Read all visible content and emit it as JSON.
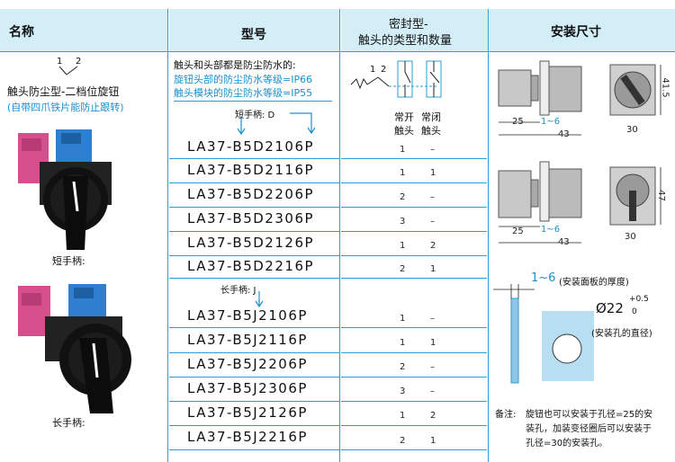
{
  "header": {
    "col_name": "名称",
    "col_model": "型号",
    "col_seal_line1": "密封型-",
    "col_seal_line2": "触头的类型和数量",
    "col_install": "安装尺寸"
  },
  "left": {
    "pos_1": "1",
    "pos_2": "2",
    "product_name": "触头防尘型-二档位旋钮",
    "product_note": "(自带四爪铁片能防止跟转)",
    "short_handle_label": "短手柄:",
    "long_handle_label": "长手柄:"
  },
  "model_col": {
    "intro": "触头和头部都是防尘防水的:",
    "ip_head": "旋钮头部的防尘防水等级=IP66",
    "ip_module": "触头模块的防尘防水等级=IP55",
    "short_title": "短手柄: D",
    "long_title": "长手柄: J",
    "short_models": [
      "LA37-B5D2106P",
      "LA37-B5D2116P",
      "LA37-B5D2206P",
      "LA37-B5D2306P",
      "LA37-B5D2126P",
      "LA37-B5D2216P"
    ],
    "long_models": [
      "LA37-B5J2106P",
      "LA37-B5J2116P",
      "LA37-B5J2206P",
      "LA37-B5J2306P",
      "LA37-B5J2126P",
      "LA37-B5J2216P"
    ]
  },
  "contacts": {
    "sym_1": "1",
    "sym_2": "2",
    "no_line1": "常开",
    "no_line2": "触头",
    "nc_line1": "常闭",
    "nc_line2": "触头",
    "short_rows": [
      [
        "1",
        "–"
      ],
      [
        "1",
        "1"
      ],
      [
        "2",
        "–"
      ],
      [
        "3",
        "–"
      ],
      [
        "1",
        "2"
      ],
      [
        "2",
        "1"
      ]
    ],
    "long_rows": [
      [
        "1",
        "–"
      ],
      [
        "1",
        "1"
      ],
      [
        "2",
        "–"
      ],
      [
        "3",
        "–"
      ],
      [
        "1",
        "2"
      ],
      [
        "2",
        "1"
      ]
    ]
  },
  "install": {
    "d1_25": "25",
    "d1_range": "1~6",
    "d1_43": "43",
    "d1_h": "41.5",
    "d1_30": "30",
    "d2_25": "25",
    "d2_range": "1~6",
    "d2_43": "43",
    "d2_h": "47",
    "d2_30": "30",
    "panel_range": "1~6",
    "panel_note": "(安装面板的厚度)",
    "hole_dia": "Ø22",
    "tol_plus": "+0.5",
    "tol_zero": "0",
    "hole_note": "(安装孔的直径)",
    "remark_label": "备注:",
    "remark_1": "旋钮也可以安装于孔径=25的安",
    "remark_2": "装孔，加装变径圈后可以安装于",
    "remark_3": "孔径=30的安装孔。"
  },
  "colors": {
    "header_bg": "#d4eef8",
    "grid_line": "#2a9fd6",
    "ip_text": "#1a8fd0"
  }
}
